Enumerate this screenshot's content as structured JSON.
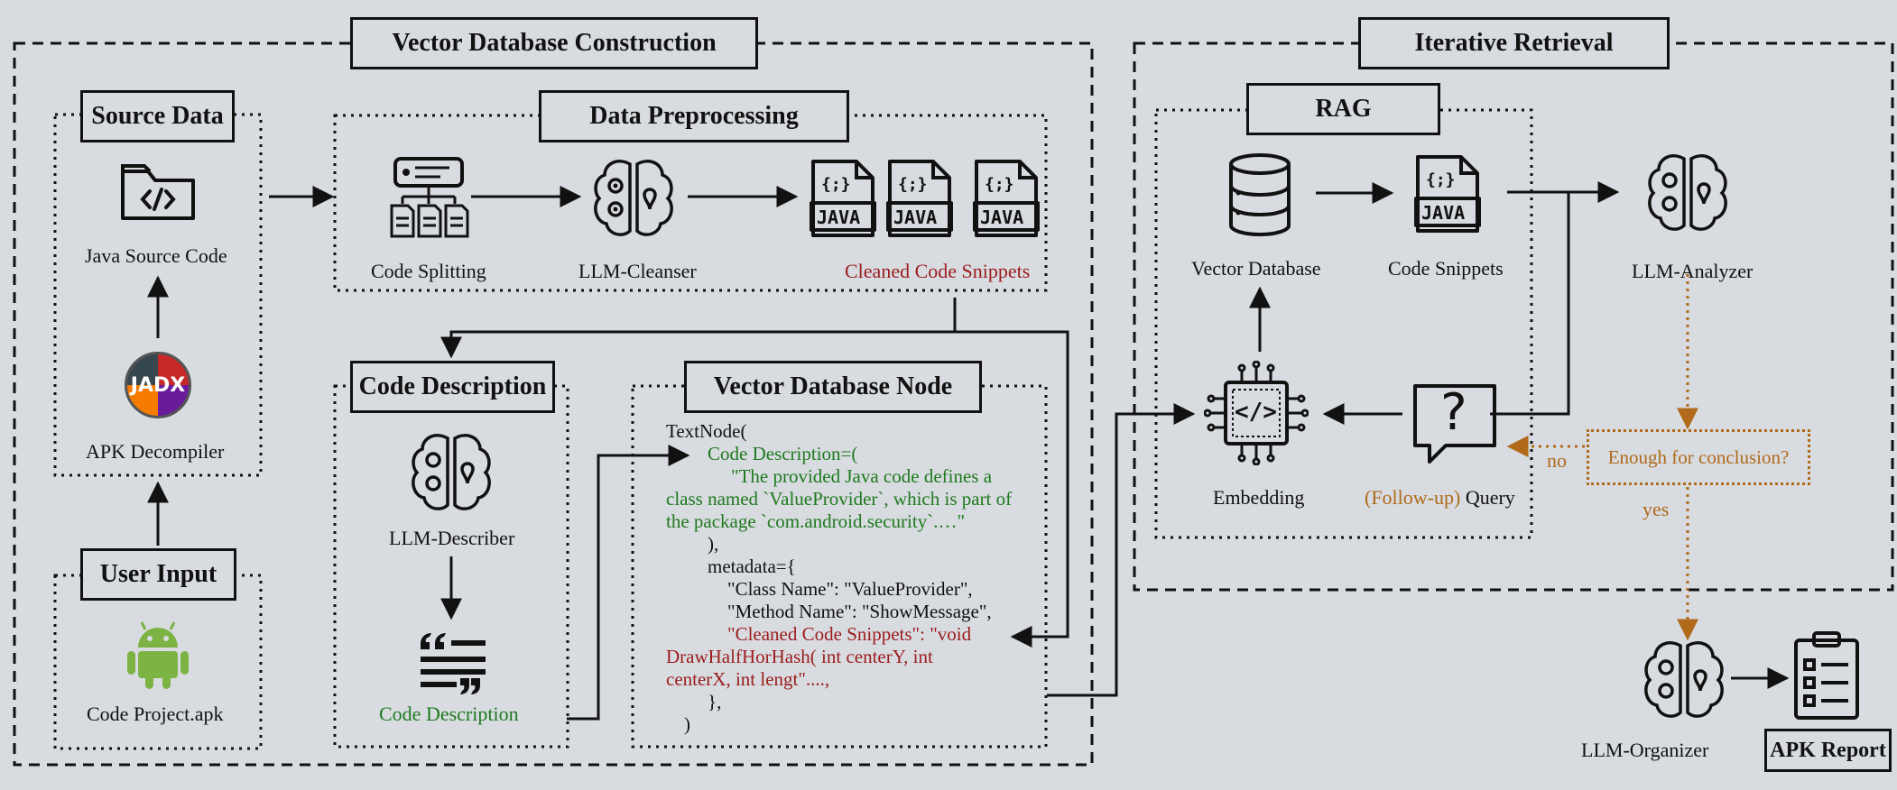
{
  "sections": {
    "vector_db_construction": "Vector Database Construction",
    "iterative_retrieval": "Iterative Retrieval"
  },
  "panels": {
    "source_data": "Source Data",
    "data_preprocessing": "Data Preprocessing",
    "user_input": "User Input",
    "code_description": "Code Description",
    "vector_database_node": "Vector Database Node",
    "rag": "RAG",
    "apk_report": "APK Report"
  },
  "labels": {
    "java_source_code": "Java Source Code",
    "apk_decompiler": "APK Decompiler",
    "code_project": "Code Project.apk",
    "code_splitting": "Code Splitting",
    "llm_cleanser": "LLM-Cleanser",
    "cleaned_code_snippets": "Cleaned Code Snippets",
    "llm_describer": "LLM-Describer",
    "code_description_output": "Code Description",
    "vector_database": "Vector Database",
    "code_snippets": "Code Snippets",
    "llm_analyzer": "LLM-Analyzer",
    "embedding": "Embedding",
    "query_followup": "(Follow-up)",
    "query": "Query",
    "enough_for_conclusion": "Enough for conclusion?",
    "no": "no",
    "yes": "yes",
    "llm_organizer": "LLM-Organizer"
  },
  "icons": {
    "decompiler_logo": "JADX",
    "java_badge": "{;}",
    "java_text": "JAVA",
    "question_mark": "?",
    "code_tag": "</>"
  },
  "text_node": {
    "open": "TextNode(",
    "desc_key": "Code Description=(",
    "desc_value": "\"The provided Java code defines a class named `ValueProvider`, which is part of the package `com.android.security`.…\"",
    "close_desc": "),",
    "metadata_open": "metadata={",
    "class_name": "\"Class Name\": \"ValueProvider\",",
    "method_name": "\"Method Name\": \"ShowMessage\",",
    "snippet_kv": "\"Cleaned Code Snippets\": \"void DrawHalfHorHash( int centerY, int centerX, int lengt\"....,",
    "metadata_close": "},",
    "close": ")"
  },
  "colors": {
    "background": "#d8dbe0",
    "frame": "#2e3440",
    "ink": "#111111",
    "red_text": "#9b1c1c",
    "green_text": "#1e7a1e",
    "orange_flow": "#b06a1a",
    "android_green": "#7cb342"
  }
}
